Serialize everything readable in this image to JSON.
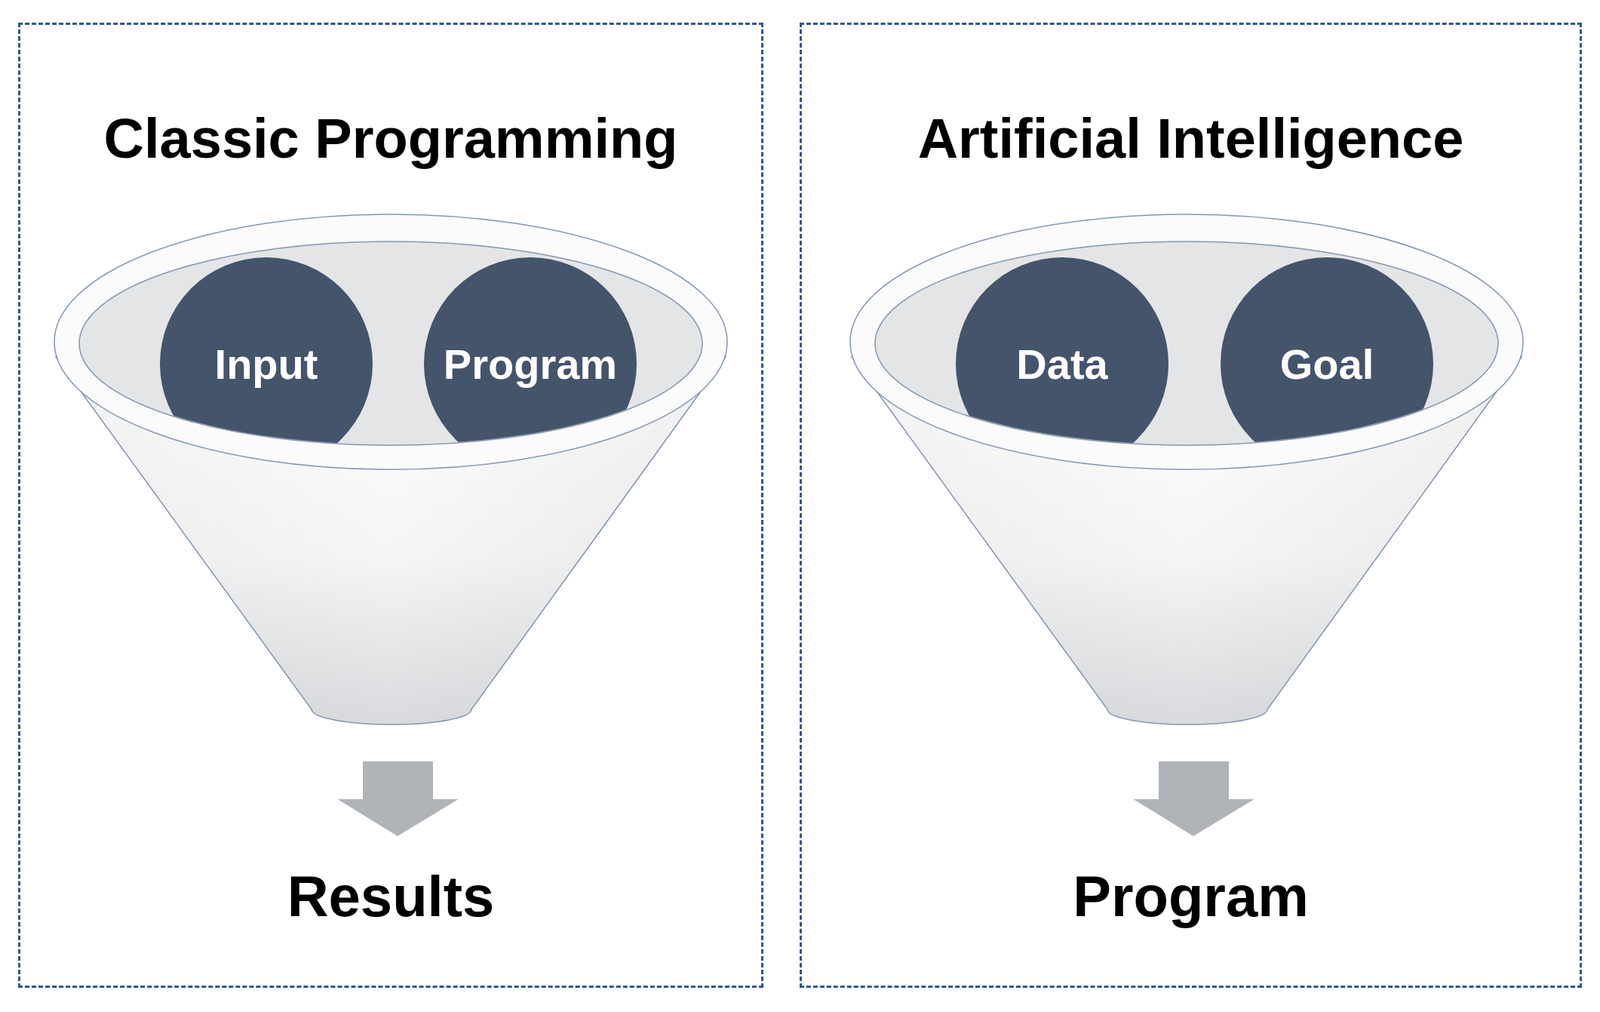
{
  "diagram": {
    "nodes": [
      {
        "text": [
          "Classic Programming",
          "Results"
        ]
      },
      {
        "text": [
          "Input"
        ],
        "in": 0
      },
      {
        "text": [
          "Program"
        ],
        "in": 0
      },
      {
        "text": [
          "Artificial Intelligence",
          "Program"
        ]
      },
      {
        "text": [
          "Data"
        ],
        "in": 3
      },
      {
        "text": [
          "Goal"
        ],
        "in": 3
      }
    ]
  }
}
